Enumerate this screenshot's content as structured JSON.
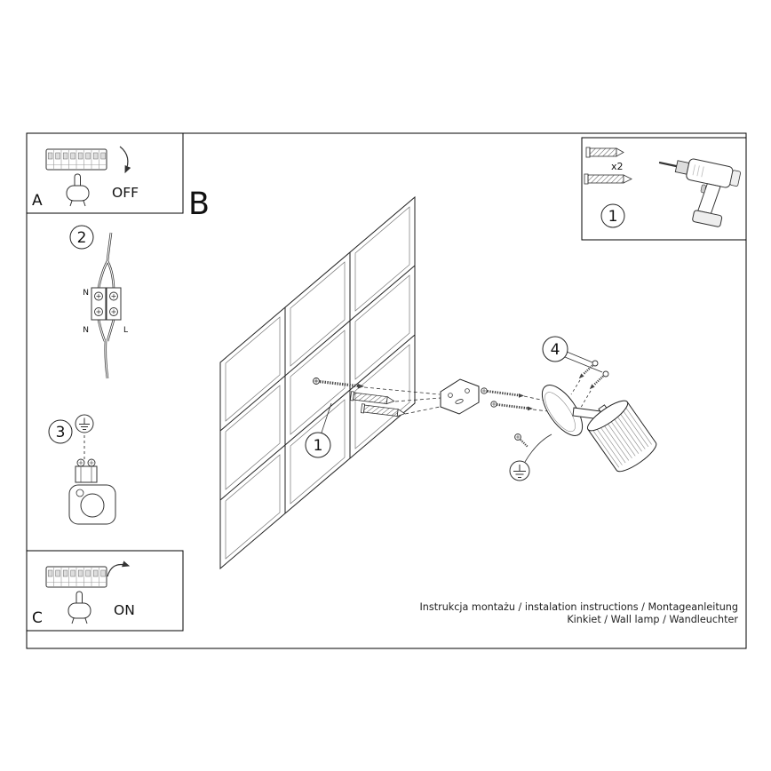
{
  "labels": {
    "a": "A",
    "b": "B",
    "c": "C"
  },
  "switch": {
    "off": "OFF",
    "on": "ON"
  },
  "badges": {
    "step1_wall": "1",
    "step1_parts": "1",
    "step2": "2",
    "step3": "3",
    "step4": "4"
  },
  "parts_box": {
    "anchor_qty": "x2"
  },
  "wiring_labels": {
    "top": "N",
    "bottom_left": "N",
    "bottom_right": "L"
  },
  "footer": {
    "line1": "Instrukcja montażu / instalation instructions / Montageanleitung",
    "line2": "Kinkiet / Wall lamp / Wandleuchter"
  }
}
